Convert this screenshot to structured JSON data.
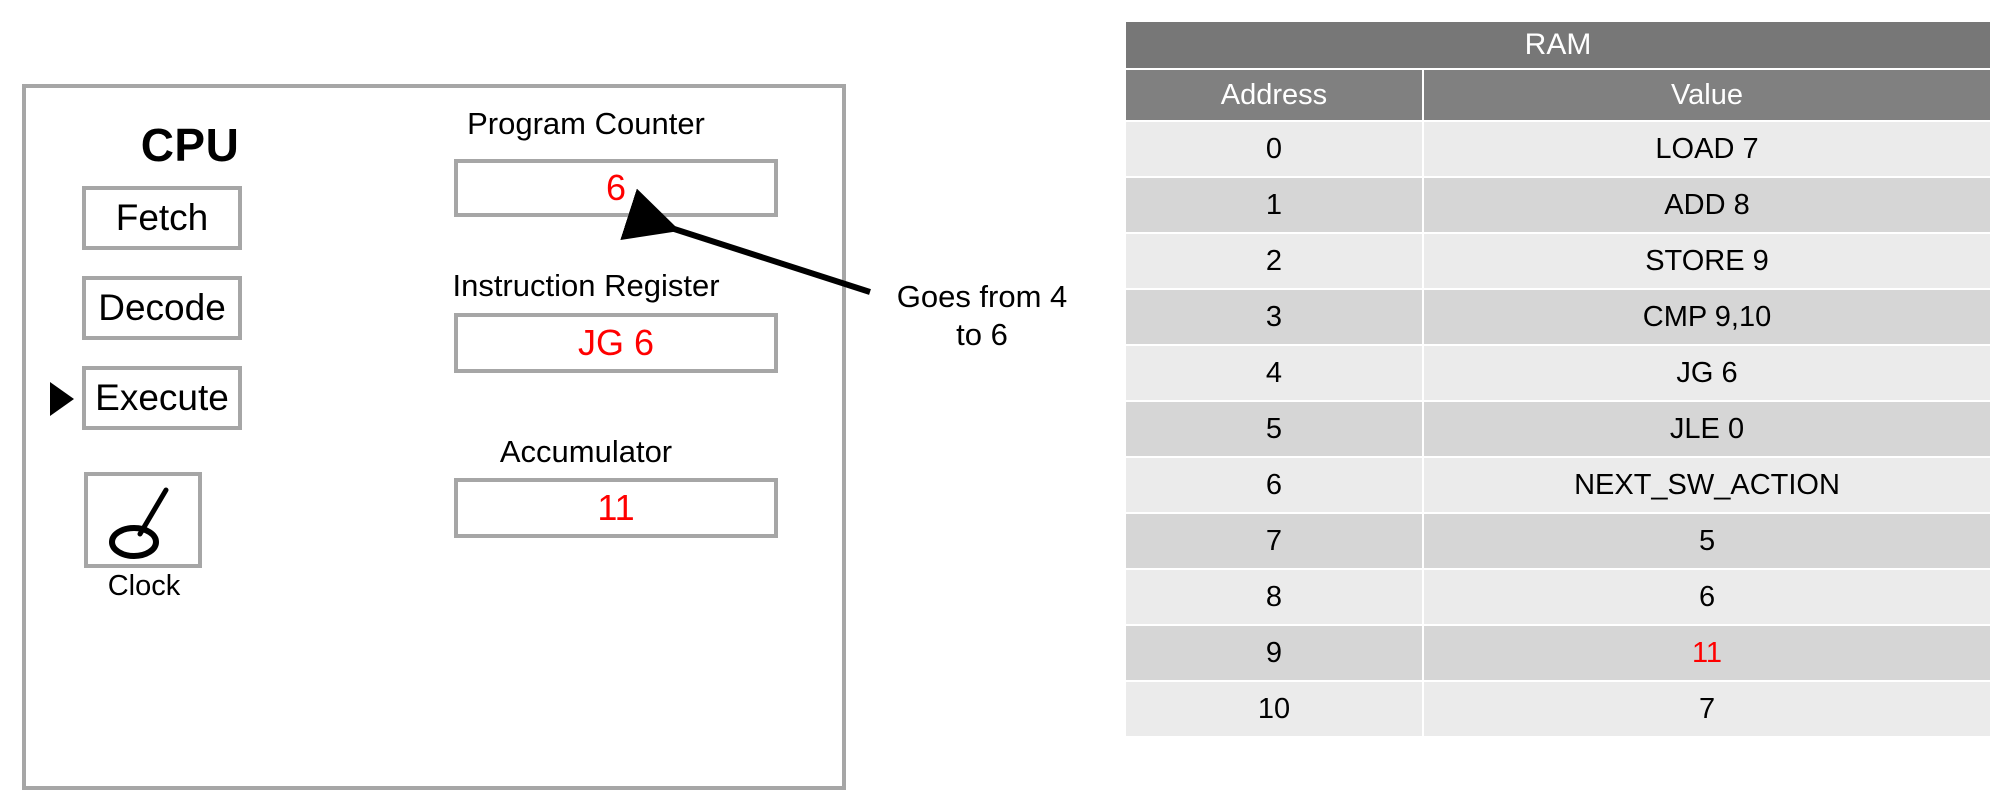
{
  "cpu": {
    "title": "CPU",
    "stages": [
      {
        "id": "fetch",
        "label": "Fetch",
        "active": false
      },
      {
        "id": "decode",
        "label": "Decode",
        "active": false
      },
      {
        "id": "execute",
        "label": "Execute",
        "active": true
      }
    ],
    "active_stage_marker": "black-triangle-pointer",
    "clock": {
      "label": "Clock",
      "icon": "pendulum-clock-icon"
    },
    "registers": [
      {
        "id": "program-counter",
        "label": "Program Counter",
        "value": "6",
        "value_color": "#ff0000"
      },
      {
        "id": "instruction-register",
        "label": "Instruction Register",
        "value": "JG 6",
        "value_color": "#ff0000"
      },
      {
        "id": "accumulator",
        "label": "Accumulator",
        "value": "11",
        "value_color": "#ff0000"
      }
    ]
  },
  "annotation": {
    "line1": "Goes from 4",
    "line2": "to 6",
    "full_text": "Goes from 4 to 6",
    "target": "program-counter-value",
    "arrow": "straight-arrow-icon"
  },
  "ram": {
    "title": "RAM",
    "columns": [
      "Address",
      "Value"
    ],
    "rows": [
      {
        "address": "0",
        "value": "LOAD 7",
        "highlight": false
      },
      {
        "address": "1",
        "value": "ADD 8",
        "highlight": false
      },
      {
        "address": "2",
        "value": "STORE 9",
        "highlight": false
      },
      {
        "address": "3",
        "value": "CMP 9,10",
        "highlight": false
      },
      {
        "address": "4",
        "value": "JG 6",
        "highlight": false
      },
      {
        "address": "5",
        "value": "JLE 0",
        "highlight": false
      },
      {
        "address": "6",
        "value": "NEXT_SW_ACTION",
        "highlight": false
      },
      {
        "address": "7",
        "value": "5",
        "highlight": false
      },
      {
        "address": "8",
        "value": "6",
        "highlight": false
      },
      {
        "address": "9",
        "value": "11",
        "highlight": true
      },
      {
        "address": "10",
        "value": "7",
        "highlight": false
      }
    ]
  },
  "colors": {
    "border_gray": "#a6a6a6",
    "header_dark": "#777777",
    "header_gray": "#808080",
    "row_light": "#ebebeb",
    "row_dark": "#d6d6d6",
    "highlight_red": "#ff0000",
    "text_black": "#000000"
  }
}
